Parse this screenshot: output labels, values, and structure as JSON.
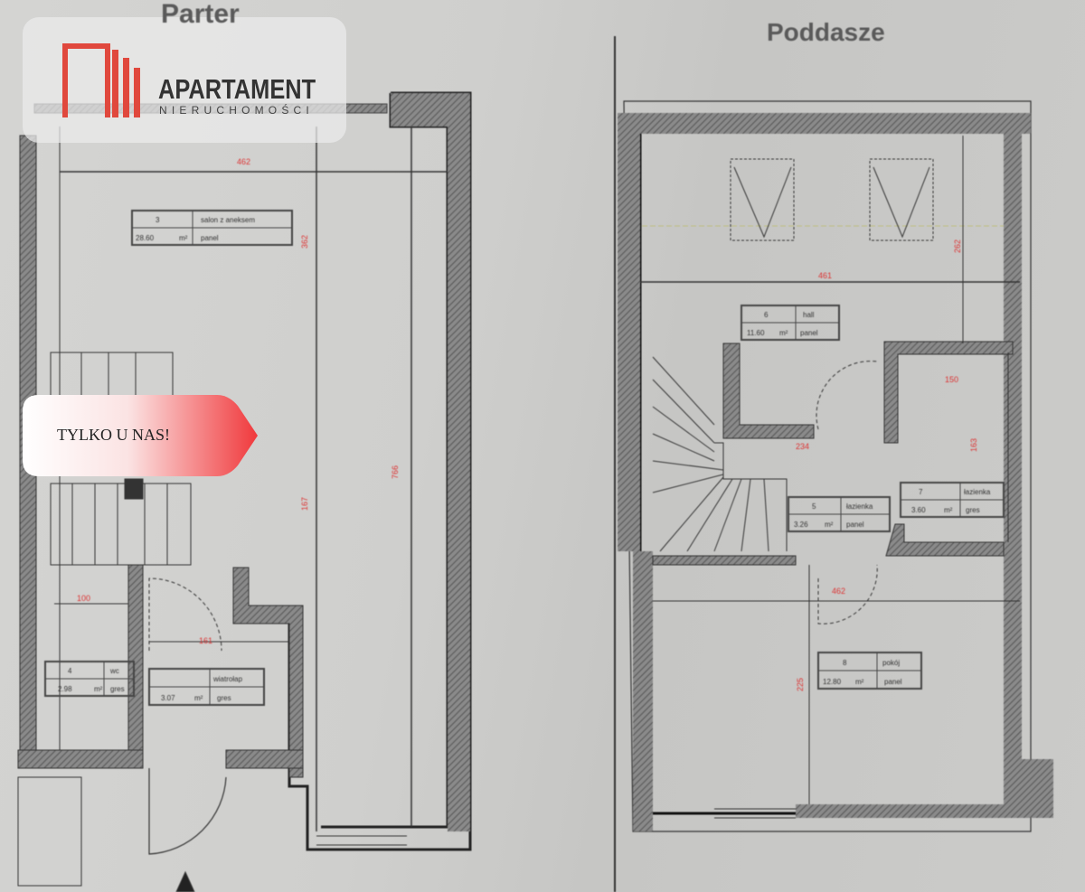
{
  "plans": {
    "ground_floor_title": "Parter",
    "attic_title": "Poddasze",
    "ground_rooms": [
      {
        "no": "3",
        "name": "salon z aneksem",
        "area": "28.60",
        "unit": "m²",
        "floor": "panel"
      },
      {
        "no": "4",
        "name": "wc",
        "area": "2.98",
        "unit": "m²",
        "floor": "gres"
      },
      {
        "no": "",
        "name": "wiatrołap",
        "area": "3.07",
        "unit": "m²",
        "floor": "gres"
      }
    ],
    "attic_rooms": [
      {
        "no": "6",
        "name": "hall",
        "area": "11.60",
        "unit": "m²",
        "floor": "panel"
      },
      {
        "no": "5",
        "name": "łazienka",
        "area": "3.26",
        "unit": "m²",
        "floor": "panel"
      },
      {
        "no": "7",
        "name": "łazienka",
        "area": "3.60",
        "unit": "m²",
        "floor": "gres"
      },
      {
        "no": "8",
        "name": "pokój",
        "area": "12.80",
        "unit": "m²",
        "floor": "panel"
      }
    ]
  },
  "logo": {
    "brand": "APARTAMENT",
    "subtitle": "NIERUCHOMOŚCI",
    "color": "#e0483d"
  },
  "badge": {
    "label": "TYLKO U NAS!",
    "color": "#f0393c"
  }
}
